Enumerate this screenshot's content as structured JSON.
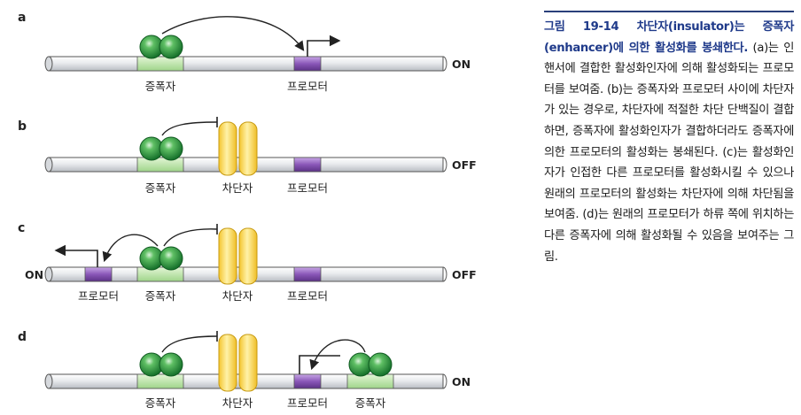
{
  "panels": [
    {
      "letter": "a",
      "right_status": "ON",
      "left_status": "",
      "labels": {
        "enhancer": "증폭자",
        "promoter": "프로모터"
      }
    },
    {
      "letter": "b",
      "right_status": "OFF",
      "left_status": "",
      "labels": {
        "enhancer": "증폭자",
        "insulator": "차단자",
        "promoter": "프로모터"
      }
    },
    {
      "letter": "c",
      "right_status": "OFF",
      "left_status": "ON",
      "labels": {
        "promoter_left": "프로모터",
        "enhancer": "증폭자",
        "insulator": "차단자",
        "promoter": "프로모터"
      }
    },
    {
      "letter": "d",
      "right_status": "ON",
      "left_status": "",
      "labels": {
        "enhancer": "증폭자",
        "insulator": "차단자",
        "promoter": "프로모터",
        "enhancer_right": "증폭자"
      }
    }
  ],
  "caption": {
    "title": "그림 19-14  차단자(insulator)는 증폭자(enhancer)에 의한 활성화를 봉쇄한다.",
    "body": " (a)는 인핸서에 결합한 활성화인자에 의해 활성화되는 프로모터를 보여줌. (b)는 증폭자와 프로모터 사이에 차단자가 있는 경우로, 차단자에 적절한 차단 단백질이 결합하면, 증폭자에 활성화인자가 결합하더라도 증폭자에 의한 프로모터의 활성화는 봉쇄된다. (c)는 활성화인자가 인접한 다른 프로모터를 활성화시킬 수 있으나 원래의 프로모터의 활성화는 차단자에 의해 차단됨을 보여줌. (d)는 원래의 프로모터가 하류 쪽에 위치하는 다른 증폭자에 의해 활성화될 수 있음을 보여주는 그림."
  },
  "colors": {
    "dna_fill": "#eceef0",
    "dna_stroke": "#555555",
    "enhancer_band": "#c6e8b4",
    "promoter_band": "#8e5fb8",
    "activator": "#2f9a3f",
    "insulator": "#f3cc3a",
    "caption_rule": "#2a3f7a"
  }
}
